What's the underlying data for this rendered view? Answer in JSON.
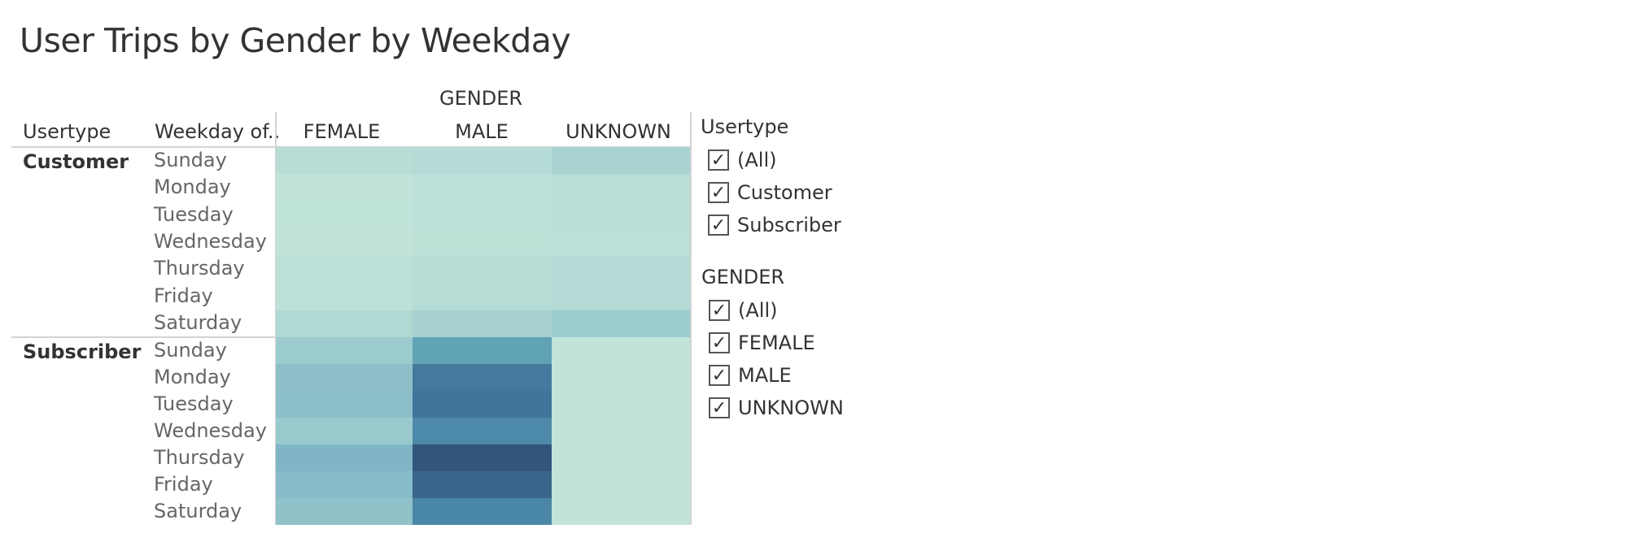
{
  "title": "User Trips by Gender by Weekday",
  "chart_data": {
    "type": "heatmap",
    "title": "User Trips by Gender by Weekday",
    "column_group_label": "GENDER",
    "row_headers": [
      "Usertype",
      "Weekday of.."
    ],
    "columns": [
      "FEMALE",
      "MALE",
      "UNKNOWN"
    ],
    "groups": [
      {
        "name": "Customer",
        "rows": [
          "Sunday",
          "Monday",
          "Tuesday",
          "Wednesday",
          "Thursday",
          "Friday",
          "Saturday"
        ],
        "colors": [
          [
            "#b7ddd5",
            "#b4dbd5",
            "#a8d3d1"
          ],
          [
            "#c0e2d9",
            "#bde1d9",
            "#b9ded7"
          ],
          [
            "#c0e3d9",
            "#bde0d8",
            "#b9dfd7"
          ],
          [
            "#c1e3d9",
            "#bee1d8",
            "#bae0d8"
          ],
          [
            "#bde1d8",
            "#b6dcd6",
            "#b4dbd5"
          ],
          [
            "#bde1d8",
            "#b5dcd5",
            "#b3dad5"
          ],
          [
            "#b0d9d3",
            "#a6d1d0",
            "#9ccbcf"
          ]
        ]
      },
      {
        "name": "Subscriber",
        "rows": [
          "Sunday",
          "Monday",
          "Tuesday",
          "Wednesday",
          "Thursday",
          "Friday",
          "Saturday"
        ],
        "colors": [
          [
            "#9bcbcf",
            "#60a3b5",
            "#c2e3d9"
          ],
          [
            "#8ebfc9",
            "#437a9d",
            "#c2e3d9"
          ],
          [
            "#8dbfca",
            "#3f759a",
            "#c2e3d9"
          ],
          [
            "#99c9cd",
            "#4d89a8",
            "#c2e3d9"
          ],
          [
            "#7fb5c5",
            "#33557c",
            "#c2e3d9"
          ],
          [
            "#86bbc8",
            "#3a6489",
            "#c2e3d9"
          ],
          [
            "#91c2ca",
            "#4a86a6",
            "#c2e3d9"
          ]
        ]
      }
    ]
  },
  "filters": [
    {
      "title": "Usertype",
      "items": [
        "(All)",
        "Customer",
        "Subscriber"
      ]
    },
    {
      "title": "GENDER",
      "items": [
        "(All)",
        "FEMALE",
        "MALE",
        "UNKNOWN"
      ]
    }
  ],
  "checkmark": "✓"
}
